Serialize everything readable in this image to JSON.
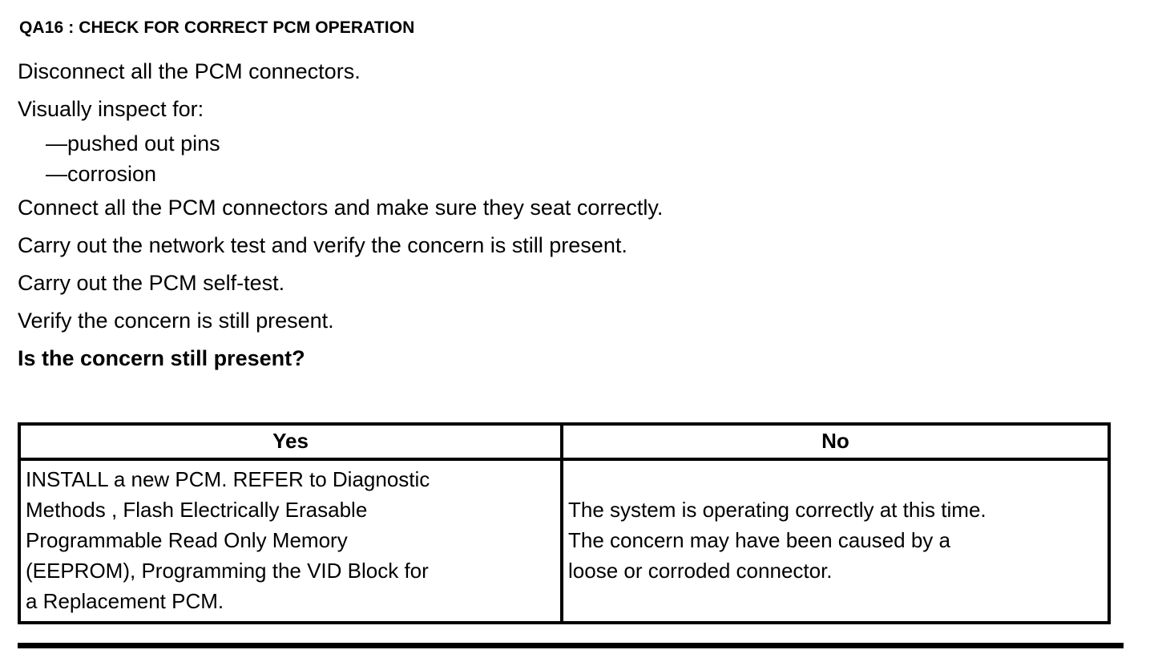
{
  "document": {
    "step_title": "QA16 : CHECK FOR CORRECT PCM OPERATION",
    "instructions": [
      "Disconnect all the PCM connectors.",
      "Visually inspect for:",
      "—pushed out pins",
      "—corrosion",
      "Connect all the PCM connectors and make sure they seat correctly.",
      "Carry out the network test and verify the concern is still present.",
      "Carry out the PCM self-test.",
      "Verify the concern is still present.",
      "Is the concern still present?"
    ],
    "question": "Is the concern still present?"
  },
  "decision_table": {
    "headers": {
      "yes": "Yes",
      "no": "No"
    },
    "yes_lines": [
      "INSTALL a new PCM. REFER to Diagnostic",
      "Methods , Flash Electrically Erasable",
      "Programmable Read Only Memory",
      "(EEPROM), Programming the VID Block for",
      " a Replacement PCM."
    ],
    "no_lines": [
      "The system is operating correctly at this time.",
      "The concern may have been caused by a",
      "loose or corroded connector."
    ]
  },
  "colors": {
    "ink": "#000000",
    "paper": "#ffffff"
  }
}
